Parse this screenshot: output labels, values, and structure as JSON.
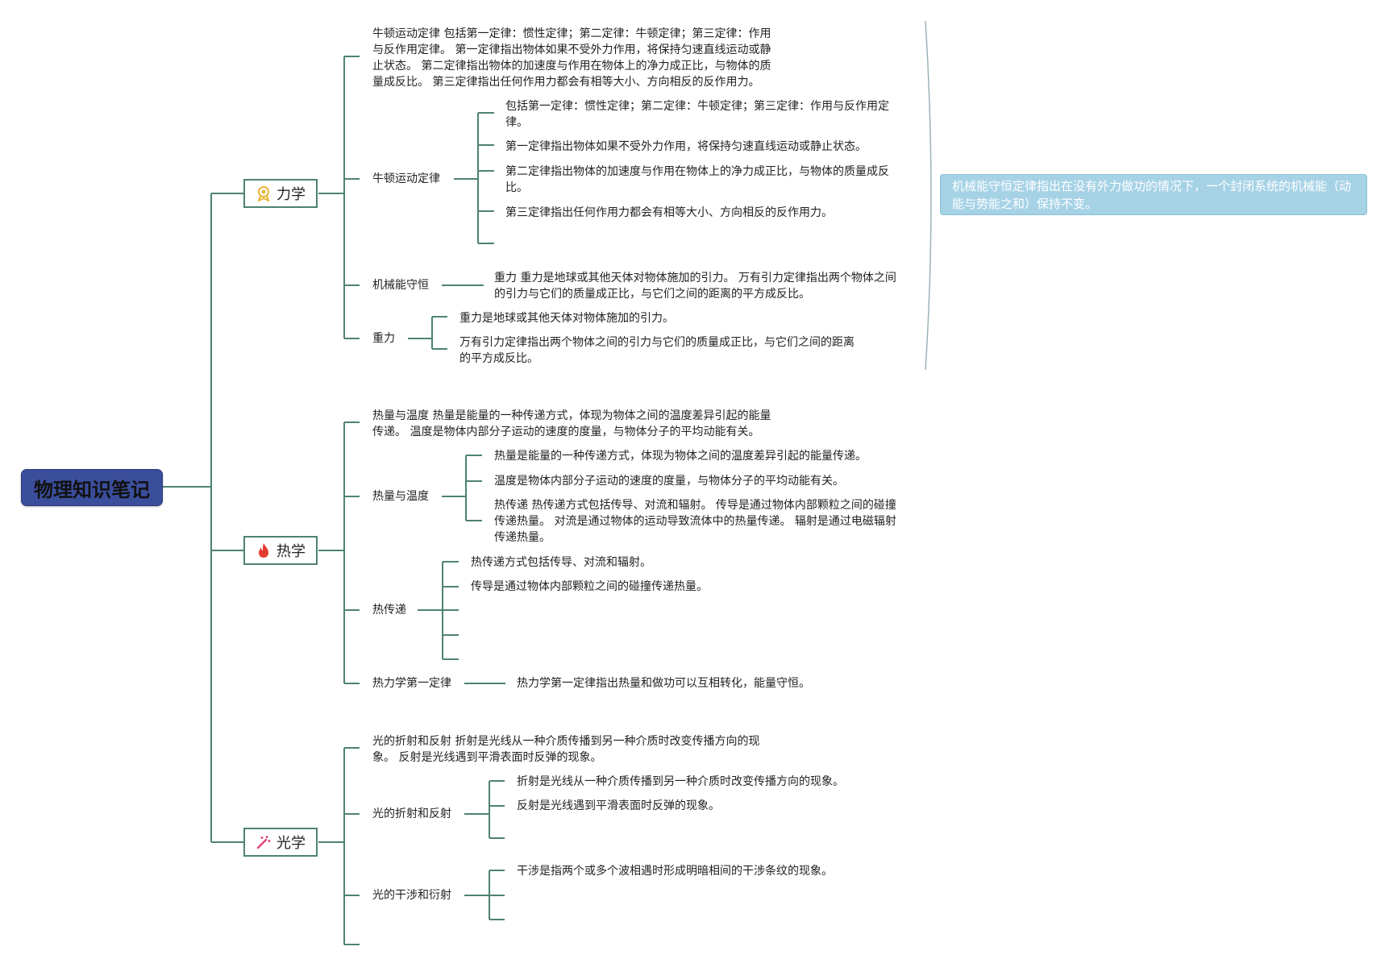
{
  "root": {
    "title": "物理知识笔记"
  },
  "branches": [
    {
      "label": "力学",
      "icon": "medal-icon"
    },
    {
      "label": "热学",
      "icon": "fire-icon"
    },
    {
      "label": "光学",
      "icon": "magic-wand-icon"
    }
  ],
  "mechanics": {
    "summary": "牛顿运动定律 包括第一定律：惯性定律；第二定律：牛顿定律；第三定律：作用与反作用定律。 第一定律指出物体如果不受外力作用，将保持匀速直线运动或静止状态。 第二定律指出物体的加速度与作用在物体上的净力成正比，与物体的质量成反比。 第三定律指出任何作用力都会有相等大小、方向相反的反作用力。",
    "newton_label": "牛顿运动定律",
    "newton_items": [
      "包括第一定律：惯性定律；第二定律：牛顿定律；第三定律：作用与反作用定律。",
      "第一定律指出物体如果不受外力作用，将保持匀速直线运动或静止状态。",
      "第二定律指出物体的加速度与作用在物体上的净力成正比，与物体的质量成反比。",
      "第三定律指出任何作用力都会有相等大小、方向相反的反作用力。"
    ],
    "energy_label": "机械能守恒",
    "energy_text": "重力 重力是地球或其他天体对物体施加的引力。 万有引力定律指出两个物体之间的引力与它们的质量成正比，与它们之间的距离的平方成反比。",
    "gravity_label": "重力",
    "gravity_items": [
      "重力是地球或其他天体对物体施加的引力。",
      "万有引力定律指出两个物体之间的引力与它们的质量成正比，与它们之间的距离的平方成反比。"
    ],
    "callout": "机械能守恒定律指出在没有外力做功的情况下，一个封闭系统的机械能（动能与势能之和）保持不变。"
  },
  "thermal": {
    "summary": "热量与温度 热量是能量的一种传递方式，体现为物体之间的温度差异引起的能量传递。 温度是物体内部分子运动的速度的度量，与物体分子的平均动能有关。",
    "heat_label": "热量与温度",
    "heat_items": [
      "热量是能量的一种传递方式，体现为物体之间的温度差异引起的能量传递。",
      "温度是物体内部分子运动的速度的度量，与物体分子的平均动能有关。",
      "热传递 热传递方式包括传导、对流和辐射。 传导是通过物体内部颗粒之间的碰撞传递热量。 对流是通过物体的运动导致流体中的热量传递。 辐射是通过电磁辐射传递热量。"
    ],
    "transfer_label": "热传递",
    "transfer_items": [
      "热传递方式包括传导、对流和辐射。",
      "传导是通过物体内部颗粒之间的碰撞传递热量。"
    ],
    "first_law_label": "热力学第一定律",
    "first_law_text": "热力学第一定律指出热量和做功可以互相转化，能量守恒。"
  },
  "optics": {
    "summary": "光的折射和反射 折射是光线从一种介质传播到另一种介质时改变传播方向的现象。 反射是光线遇到平滑表面时反弹的现象。",
    "refraction_label": "光的折射和反射",
    "refraction_items": [
      "折射是光线从一种介质传播到另一种介质时改变传播方向的现象。",
      "反射是光线遇到平滑表面时反弹的现象。"
    ],
    "interference_label": "光的干涉和衍射",
    "interference_items": [
      "干涉是指两个或多个波相遇时形成明暗相间的干涉条纹的现象。"
    ]
  },
  "colors": {
    "line": "#4e8272",
    "root": "#3b4e9c",
    "callout": "#a6d2e6"
  }
}
